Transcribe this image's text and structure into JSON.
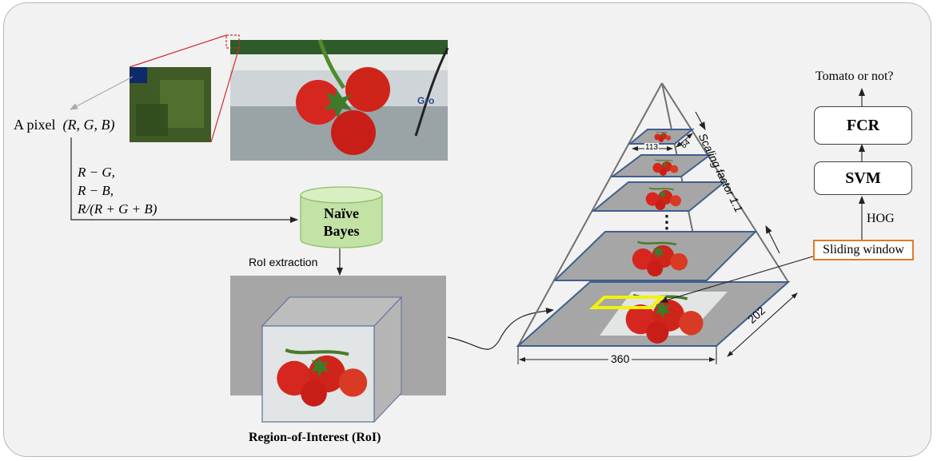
{
  "pixel": {
    "label": "A pixel",
    "tuple": "(R, G, B)",
    "features": [
      "R − G,",
      "R − B,",
      "R/(R + G + B)"
    ]
  },
  "naive_bayes": {
    "line1": "Naïve",
    "line2": "Bayes"
  },
  "roi_extraction": "RoI extraction",
  "roi_caption": "Region-of-Interest (RoI)",
  "pyramid": {
    "scaling_label": "Scaling factor 1.1",
    "dim_bottom_width": "360",
    "dim_bottom_depth": "202",
    "dim_top_width": "113",
    "dim_top_depth": "64",
    "ellipsis": "⋮"
  },
  "pipeline": {
    "output": "Tomato or not?",
    "fcr": "FCR",
    "svm": "SVM",
    "hog": "HOG",
    "sliding_window": "Sliding window"
  },
  "colors": {
    "frame_bg": "#f2f2f2",
    "nb_fill": "#c3e2a6",
    "nb_stroke": "#8cbf6a",
    "layer_edge": "#3f5f8f",
    "layer_fill": "#a6a6a6",
    "zoom_red": "#d02a2a",
    "highlight_yellow": "#f2f20a",
    "sliding_border": "#e07a2a",
    "tomato": "#d5271f"
  }
}
